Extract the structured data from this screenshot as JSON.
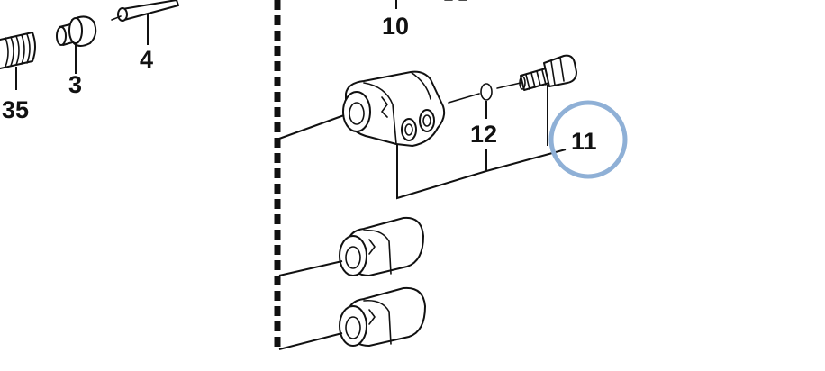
{
  "diagram": {
    "labels": {
      "p35": "35",
      "p3": "3",
      "p4": "4",
      "p10": "10",
      "p12": "12",
      "p11": "11"
    },
    "highlight_color": "#8FB0D6",
    "line_color": "#111111"
  }
}
